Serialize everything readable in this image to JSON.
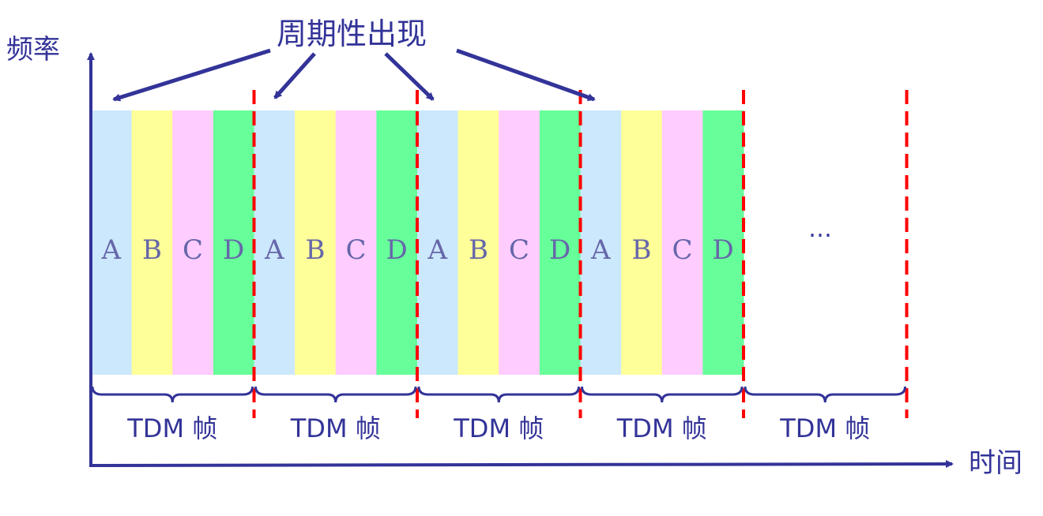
{
  "y_axis_label": "频率",
  "x_axis_label": "时间",
  "annotation": "周期性出现",
  "slots": [
    "A",
    "B",
    "C",
    "D"
  ],
  "slot_colors": [
    "#cce8fc",
    "#ffff99",
    "#ffccff",
    "#66ff99"
  ],
  "frame_label": "TDM 帧",
  "filled_frames": 4,
  "total_frames": 5,
  "ellipsis": "…",
  "colors": {
    "axis": "#333399",
    "divider": "#ff0000"
  }
}
